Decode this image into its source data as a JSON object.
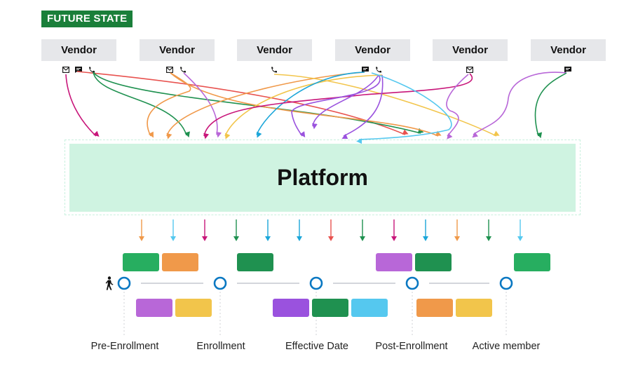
{
  "header": {
    "badge": "FUTURE STATE"
  },
  "vendors": [
    {
      "label": "Vendor",
      "channels": [
        "email-icon",
        "chat-icon",
        "phone-icon"
      ]
    },
    {
      "label": "Vendor",
      "channels": [
        "email-icon",
        "phone-icon"
      ]
    },
    {
      "label": "Vendor",
      "channels": [
        "phone-icon"
      ]
    },
    {
      "label": "Vendor",
      "channels": [
        "chat-icon",
        "phone-icon"
      ]
    },
    {
      "label": "Vendor",
      "channels": [
        "email-icon"
      ]
    },
    {
      "label": "Vendor",
      "channels": [
        "chat-icon"
      ]
    }
  ],
  "platform": {
    "label": "Platform"
  },
  "colors": {
    "magenta": "#c8167a",
    "orange": "#f0994a",
    "green": "#1f9150",
    "purple": "#b867d8",
    "yellow": "#f2c54b",
    "cyan": "#1ba6d9",
    "lightblue": "#55c8ef",
    "red": "#e8524f",
    "violet": "#9a52de",
    "brightgreen": "#27ae60",
    "timeline_node": "#0a78c2",
    "badge_bg": "#1a7f3a",
    "platform_bg": "#cff3e1"
  },
  "output_arrows": [
    "orange",
    "lightblue",
    "magenta",
    "green",
    "cyan",
    "cyan",
    "red",
    "green",
    "magenta",
    "cyan",
    "orange",
    "green",
    "lightblue"
  ],
  "timeline": {
    "stages": [
      {
        "label": "Pre-Enrollment",
        "above": [
          "brightgreen",
          "orange"
        ],
        "below": [
          "purple",
          "yellow"
        ]
      },
      {
        "label": "Enrollment",
        "above": [
          "green"
        ],
        "below": []
      },
      {
        "label": "Effective Date",
        "above": [],
        "below": [
          "violet",
          "green",
          "lightblue"
        ]
      },
      {
        "label": "Post-Enrollment",
        "above": [
          "purple",
          "green"
        ],
        "below": [
          "orange",
          "yellow"
        ]
      },
      {
        "label": "Active member",
        "above": [
          "brightgreen"
        ],
        "below": []
      }
    ],
    "person_icon": "person-walking-icon"
  }
}
